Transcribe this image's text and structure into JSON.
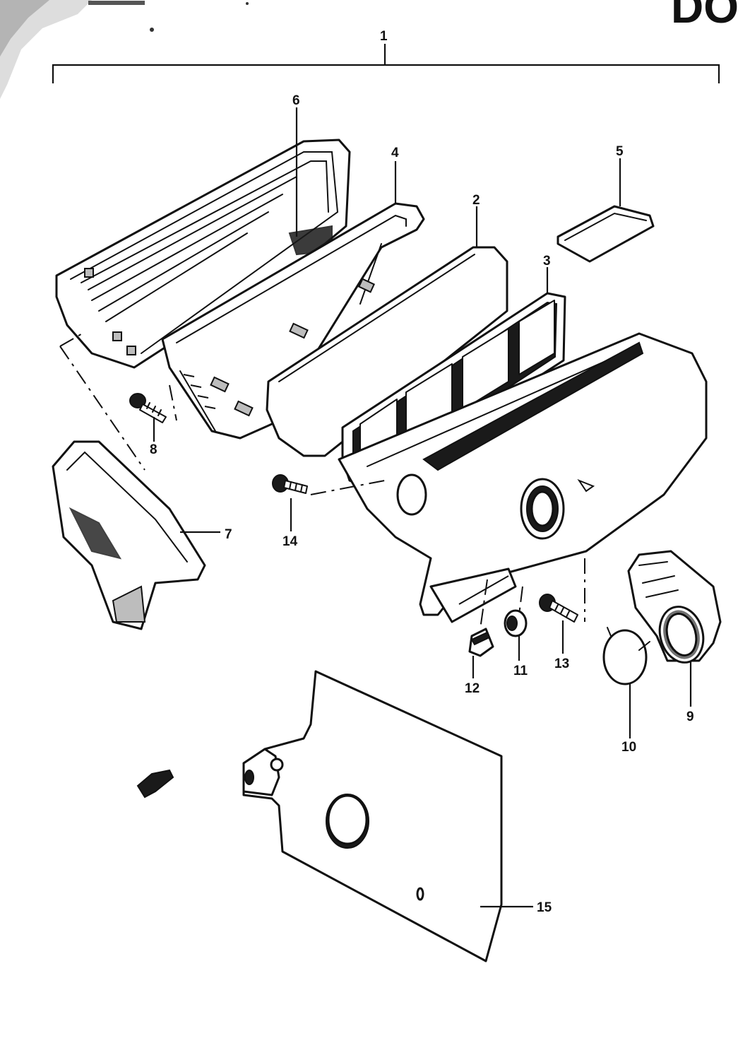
{
  "page_code": "DO",
  "callouts": {
    "c1": "1",
    "c2": "2",
    "c3": "3",
    "c4": "4",
    "c5": "5",
    "c6": "6",
    "c7": "7",
    "c8": "8",
    "c9": "9",
    "c10": "10",
    "c11": "11",
    "c12": "12",
    "c13": "13",
    "c14": "14",
    "c15": "15"
  }
}
